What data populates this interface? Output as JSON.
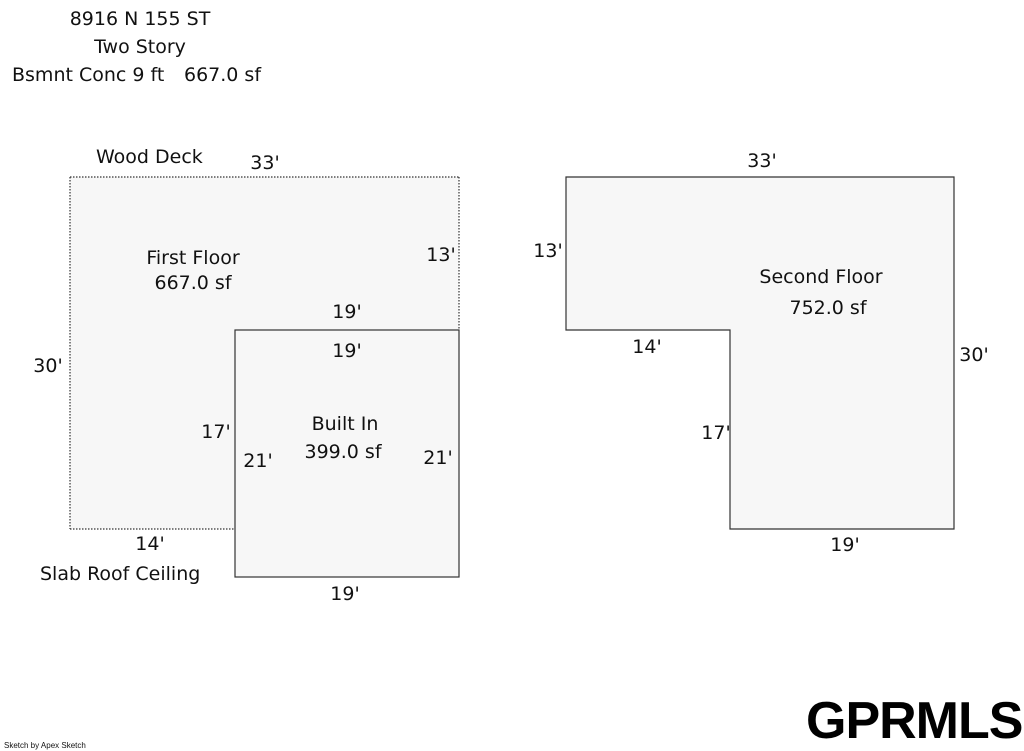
{
  "header": {
    "address": "8916 N 155 ST",
    "style": "Two Story",
    "basement_label": "Bsmnt Conc 9 ft",
    "basement_area": "667.0 sf"
  },
  "first_floor_sketch": {
    "deck_label": "Wood Deck",
    "top_dim": "33'",
    "right_upper_dim": "13'",
    "left_dim": "30'",
    "bottom_left_dim": "14'",
    "slab_label": "Slab Roof Ceiling",
    "floor_name": "First Floor",
    "floor_area": "667.0 sf",
    "builtin_top_outer_dim": "19'",
    "builtin_top_inner_dim": "19'",
    "builtin_left_outer_dim": "17'",
    "builtin_left_inner_dim": "21'",
    "builtin_right_dim": "21'",
    "builtin_bottom_dim": "19'",
    "builtin_name": "Built In",
    "builtin_area": "399.0 sf"
  },
  "second_floor_sketch": {
    "top_dim": "33'",
    "left_dim": "13'",
    "notch_bottom_dim": "14'",
    "notch_side_dim": "17'",
    "right_dim": "30'",
    "bottom_dim": "19'",
    "floor_name": "Second Floor",
    "floor_area": "752.0 sf"
  },
  "footer": {
    "credit": "Sketch by Apex Sketch",
    "logo_text": "GPRMLS"
  },
  "colors": {
    "fill": "#f7f7f7",
    "stroke": "#333333",
    "text": "#111111"
  }
}
